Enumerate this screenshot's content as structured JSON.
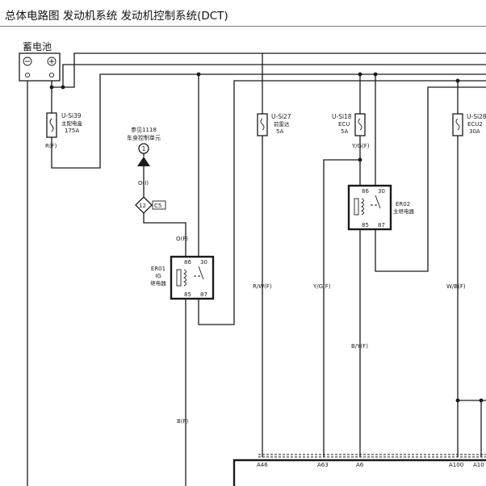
{
  "title": "总体电路图  发动机系统  发动机控制系统(DCT)",
  "battery": {
    "label": "蓄电池",
    "neg": "⊖",
    "pos": "⊕"
  },
  "fuses": [
    {
      "id": "U-Si39",
      "desc": "主配电盒",
      "rating": "175A"
    },
    {
      "id": "U-Si27",
      "desc": "前雷达",
      "rating": "5A"
    },
    {
      "id": "U-Si18",
      "desc": "ECU",
      "rating": "5A"
    },
    {
      "id": "U-Si28",
      "desc": "ECU2",
      "rating": "30A"
    }
  ],
  "reference": {
    "line1": "参见1118",
    "line2": "车身控制单元",
    "num": "1"
  },
  "connector": {
    "pin": "12",
    "code": "C5"
  },
  "relays": [
    {
      "id": "ER01",
      "name": "IG",
      "desc": "继电器",
      "pins": [
        "86",
        "30",
        "85",
        "87"
      ]
    },
    {
      "id": "ER02",
      "name": "主继电器",
      "pins": [
        "86",
        "30",
        "85",
        "87"
      ]
    }
  ],
  "wires": {
    "rf": "R(F)",
    "oi": "O(I)",
    "of": "O(F)",
    "rwf": "R/W(F)",
    "ygf_top": "Y/G(F)",
    "ygf": "Y/G(F)",
    "byf": "B/Y(F)",
    "wbf": "W/B(F)",
    "bf": "B(F)"
  },
  "pins_bottom": [
    "A46",
    "A63",
    "A6",
    "A100",
    "A10"
  ]
}
